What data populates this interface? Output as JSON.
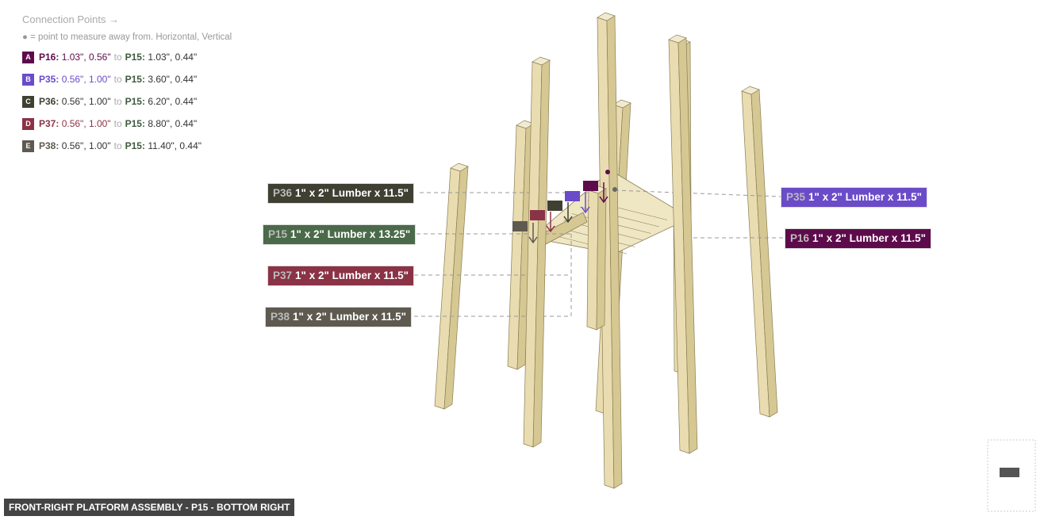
{
  "legend": {
    "title": "Connection Points →",
    "hint": "● = point to measure away from. Horizontal, Vertical",
    "to_word": "to",
    "items": [
      {
        "badge": "A",
        "color": "#5e0b4c",
        "part": "P16:",
        "coords": "1.03\", 0.56\"",
        "target": "P15:",
        "target_coords": "1.03\", 0.44\""
      },
      {
        "badge": "B",
        "color": "#6a4bc8",
        "part": "P35:",
        "coords": "0.56\", 1.00\"",
        "target": "P15:",
        "target_coords": "3.60\", 0.44\""
      },
      {
        "badge": "C",
        "color": "#3f4032",
        "part": "P36:",
        "coords": "0.56\", 1.00\"",
        "target": "P15:",
        "target_coords": "6.20\", 0.44\""
      },
      {
        "badge": "D",
        "color": "#8b3346",
        "part": "P37:",
        "coords": "0.56\", 1.00\"",
        "target": "P15:",
        "target_coords": "8.80\", 0.44\""
      },
      {
        "badge": "E",
        "color": "#5e5a50",
        "part": "P38:",
        "coords": "0.56\", 1.00\"",
        "target": "P15:",
        "target_coords": "11.40\", 0.44\""
      }
    ]
  },
  "labels": [
    {
      "id": "P36",
      "text": "1\" x 2\" Lumber x 11.5\"",
      "color": "#3f4032"
    },
    {
      "id": "P15",
      "text": "1\" x 2\" Lumber x 13.25\"",
      "color": "#4a6a4a"
    },
    {
      "id": "P37",
      "text": "1\" x 2\" Lumber x 11.5\"",
      "color": "#8b3346"
    },
    {
      "id": "P38",
      "text": "1\" x 2\" Lumber x 11.5\"",
      "color": "#5e5a50"
    },
    {
      "id": "P35",
      "text": "1\" x 2\" Lumber x 11.5\"",
      "color": "#6a4bc8"
    },
    {
      "id": "P16",
      "text": "1\" x 2\" Lumber x 11.5\"",
      "color": "#5e0b4c"
    }
  ],
  "footer": "FRONT-RIGHT PLATFORM ASSEMBLY - P15 - BOTTOM RIGHT",
  "colors": {
    "wood": "#e8dcb0",
    "wood_side": "#d6c893",
    "edge": "#8a7d55"
  }
}
